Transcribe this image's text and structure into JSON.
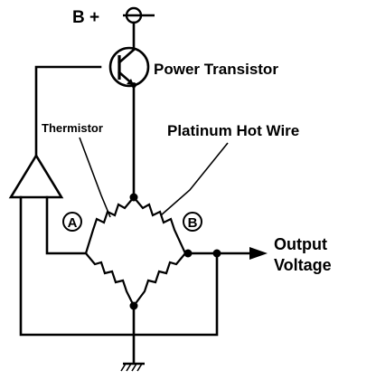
{
  "labels": {
    "supply": "B +",
    "power_transistor": "Power Transistor",
    "thermistor": "Thermistor",
    "hot_wire": "Platinum Hot Wire",
    "node_a": "A",
    "node_b": "B",
    "output_line1": "Output",
    "output_line2": "Voltage"
  }
}
